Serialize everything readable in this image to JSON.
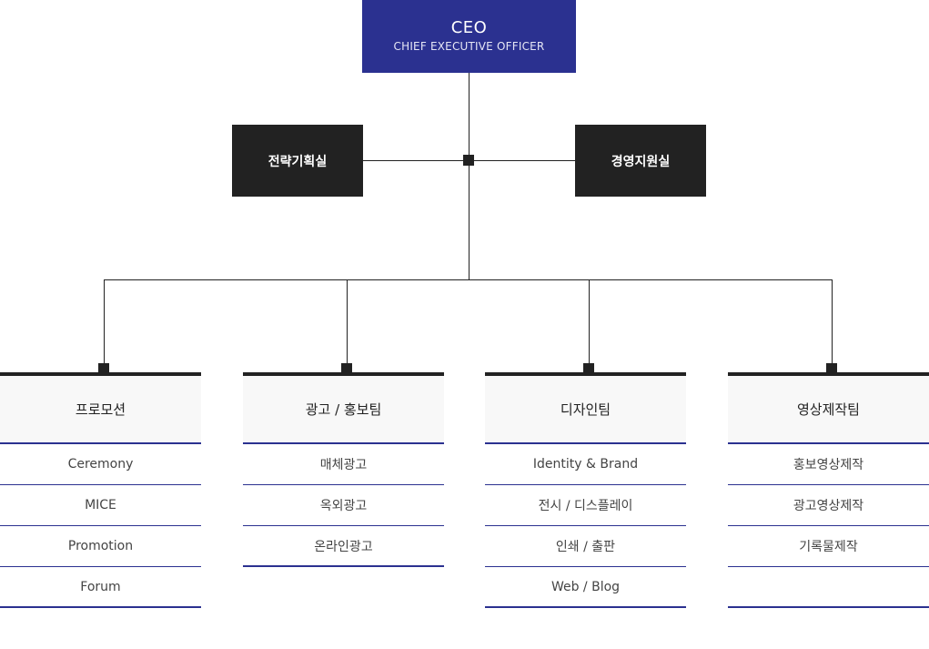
{
  "ceo": {
    "title": "CEO",
    "subtitle": "CHIEF EXECUTIVE OFFICER"
  },
  "side_left": {
    "label": "전략기획실"
  },
  "side_right": {
    "label": "경영지원실"
  },
  "teams": [
    {
      "name": "프로모션",
      "items": [
        "Ceremony",
        "MICE",
        "Promotion",
        "Forum"
      ]
    },
    {
      "name": "광고 / 홍보팀",
      "items": [
        "매체광고",
        "옥외광고",
        "온라인광고"
      ]
    },
    {
      "name": "디자인팀",
      "items": [
        "Identity & Brand",
        "전시 / 디스플레이",
        "인쇄 / 출판",
        "Web / Blog"
      ]
    },
    {
      "name": "영상제작팀",
      "items": [
        "홍보영상제작",
        "광고영상제작",
        "기록물제작",
        ""
      ]
    }
  ],
  "colors": {
    "accent": "#2b3190",
    "dark": "#222222",
    "header_bg": "#f8f8f8"
  }
}
